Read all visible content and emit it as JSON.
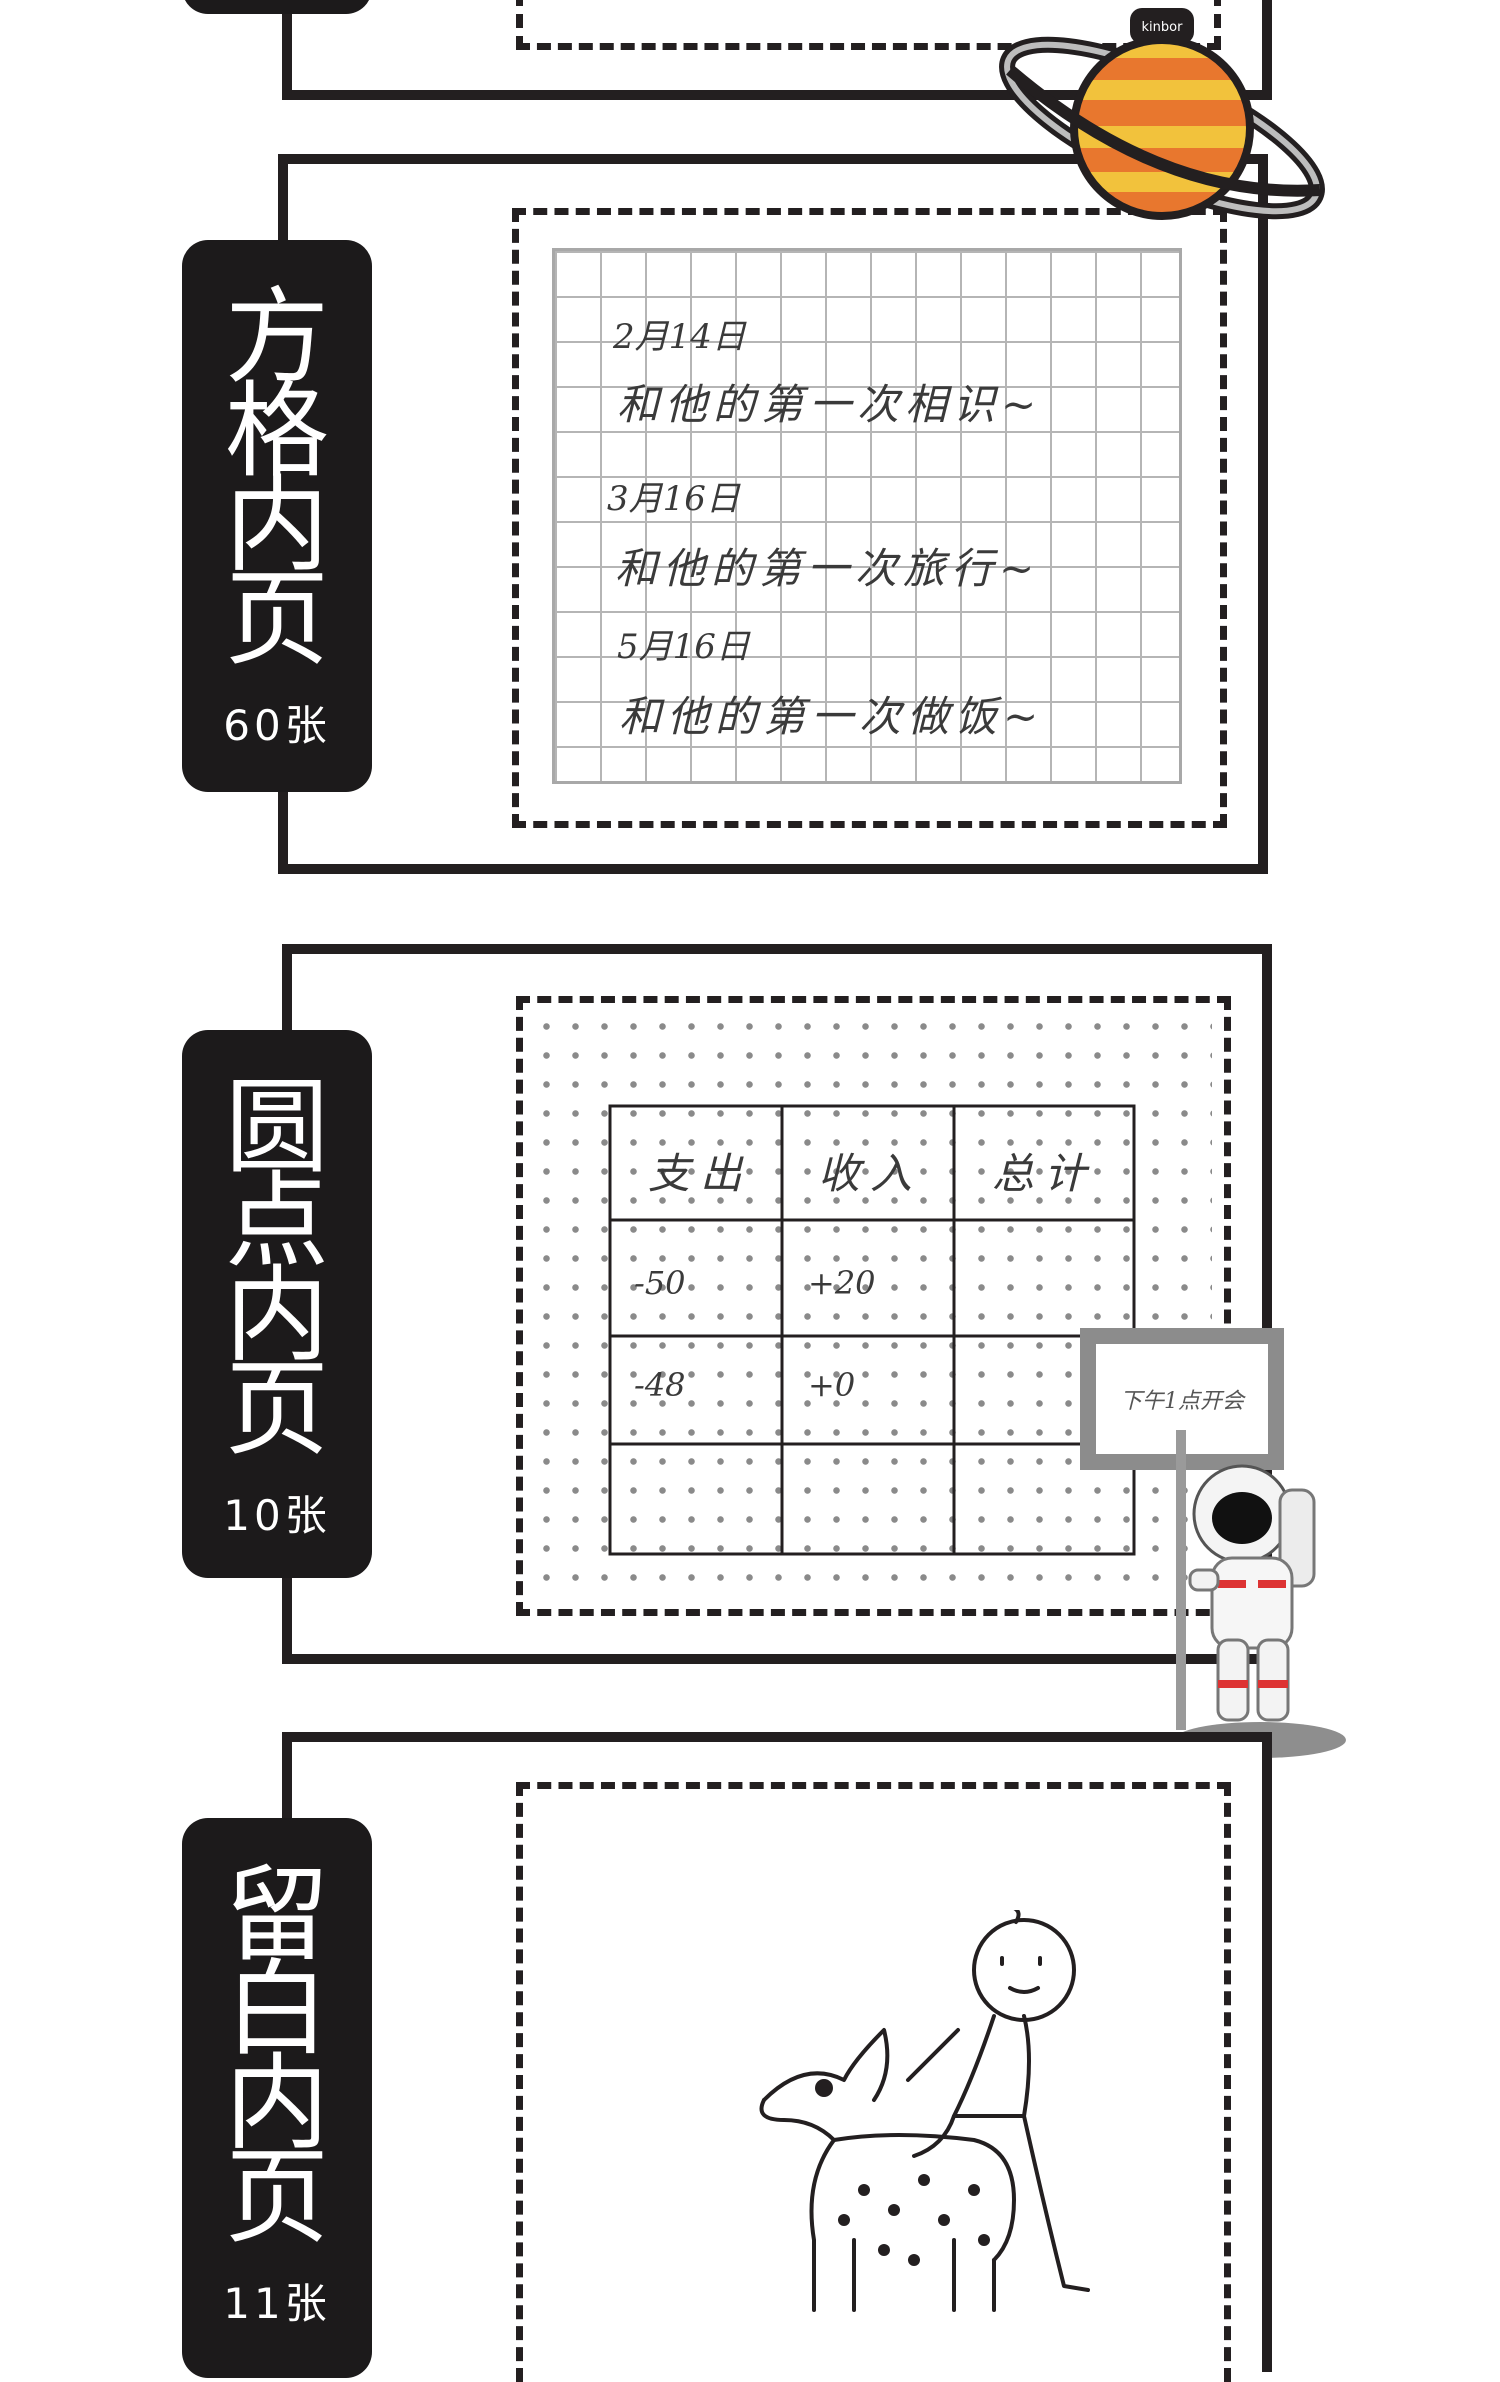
{
  "sections": [
    {
      "title_chars": [
        "方",
        "格",
        "内",
        "页"
      ],
      "count": "60张"
    },
    {
      "title_chars": [
        "圆",
        "点",
        "内",
        "页"
      ],
      "count": "10张"
    },
    {
      "title_chars": [
        "留",
        "白",
        "内",
        "页"
      ],
      "count": "11张"
    }
  ],
  "grid_page": {
    "entries": [
      {
        "date": "2月14日",
        "text": "和他的第一次相识~"
      },
      {
        "date": "3月16日",
        "text": "和他的第一次旅行~"
      },
      {
        "date": "5月16日",
        "text": "和他的第一次做饭~"
      }
    ]
  },
  "dot_page": {
    "headers": [
      "支出",
      "收入",
      "总计"
    ],
    "rows": [
      [
        "-50",
        "+20",
        ""
      ],
      [
        "-48",
        "+0",
        ""
      ],
      [
        "",
        "",
        ""
      ]
    ]
  },
  "astronaut_sign": "下午1点开会",
  "planet_logo": "kinbor",
  "colors": {
    "ink": "#231f20",
    "tag": "#1c1a1b",
    "grid": "#a0a0a0",
    "planet_orange": "#e8772e",
    "planet_yellow": "#f2c23c"
  }
}
